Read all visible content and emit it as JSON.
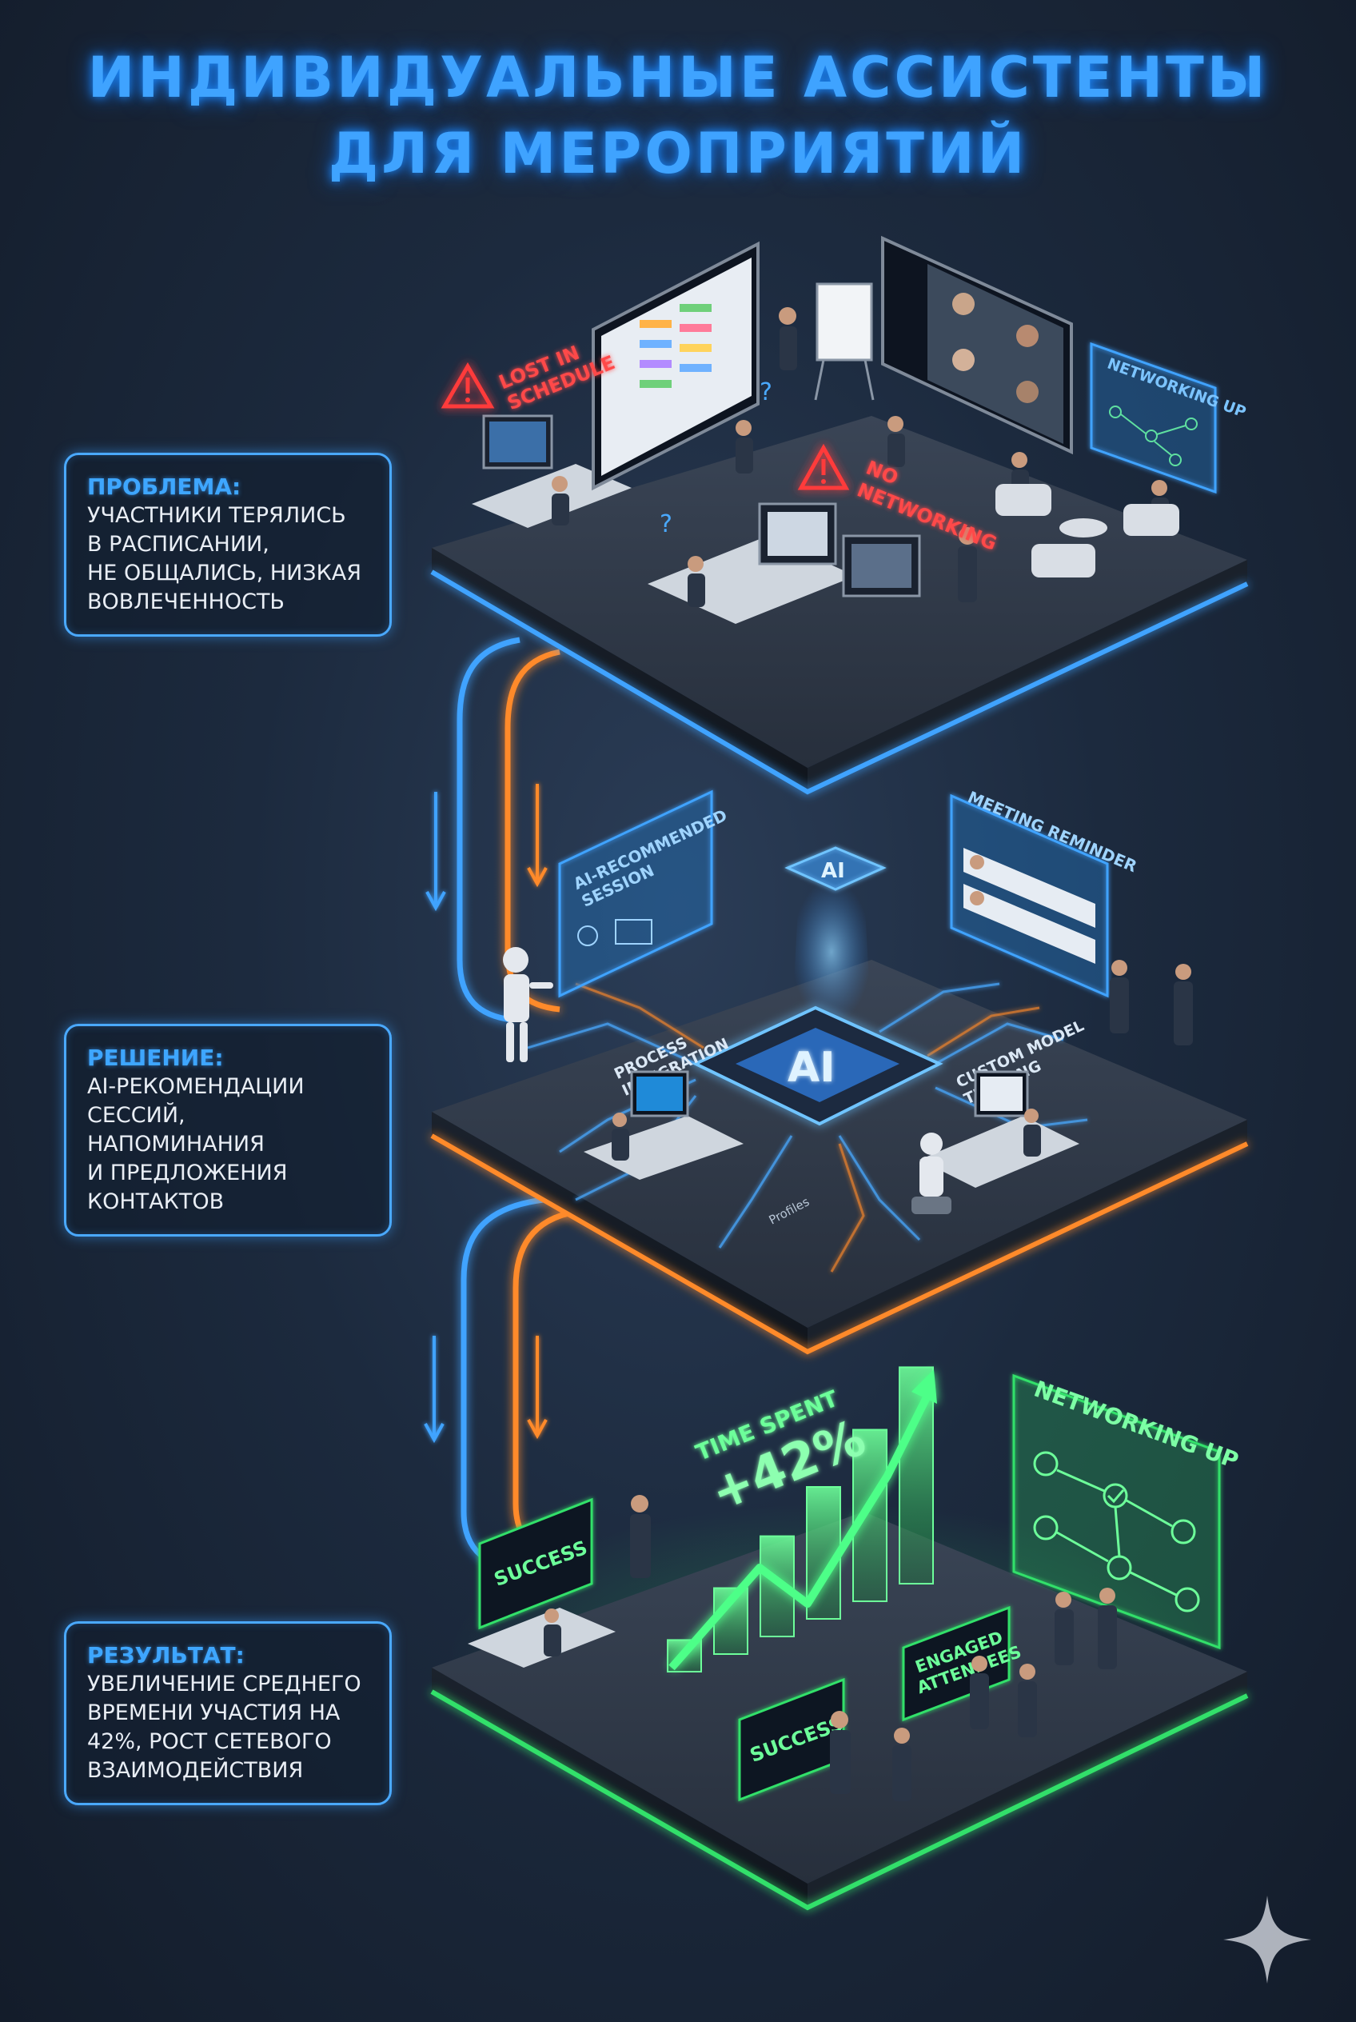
{
  "title": {
    "line1": "ИНДИВИДУАЛЬНЫЕ АССИСТЕНТЫ",
    "line2": "ДЛЯ МЕРОПРИЯТИЙ"
  },
  "problem": {
    "heading": "ПРОБЛЕМА:",
    "text": "УЧАСТНИКИ ТЕРЯЛИСЬ\nВ РАСПИСАНИИ,\nНЕ ОБЩАЛИСЬ, НИЗКАЯ\nВОВЛЕЧЕННОСТЬ"
  },
  "solution": {
    "heading": "РЕШЕНИЕ:",
    "text": "AI-РЕКОМЕНДАЦИИ\nСЕССИЙ, НАПОМИНАНИЯ\nИ ПРЕДЛОЖЕНИЯ\nКОНТАКТОВ"
  },
  "result": {
    "heading": "РЕЗУЛЬТАТ:",
    "text": "УВЕЛИЧЕНИЕ СРЕДНЕГО\nВРЕМЕНИ УЧАСТИЯ НА\n42%, РОСТ СЕТЕВОГО\nВЗАИМОДЕЙСТВИЯ"
  },
  "scene1": {
    "sign_lost_1": "LOST IN",
    "sign_lost_2": "SCHEDULE",
    "sign_no_1": "NO",
    "sign_no_2": "NETWORKING",
    "panel": "NETWORKING UP"
  },
  "scene2": {
    "panel_left_1": "AI-RECOMMENDED",
    "panel_left_2": "SESSION",
    "panel_right": "MEETING REMINDER",
    "chip": "AI",
    "chip_top": "AI",
    "label_process_1": "PROCESS",
    "label_process_2": "INTEGRATION",
    "label_custom_1": "CUSTOM MODEL",
    "label_custom_2": "TRAINING",
    "trace_profiles": "Profiles"
  },
  "scene3": {
    "time_label": "TIME SPENT",
    "time_value": "+42%",
    "panel": "NETWORKING UP",
    "success_1": "SUCCESS",
    "success_2": "SUCCESS",
    "engaged_1": "ENGAGED",
    "engaged_2": "ATTENDEES",
    "bar_levels": [
      0.12,
      0.25,
      0.38,
      0.5,
      0.65,
      0.82
    ]
  },
  "colors": {
    "blue_glow": "#3fa3ff",
    "orange_glow": "#ff8a2a",
    "green_glow": "#33e06a",
    "red_alert": "#ff3b3b"
  },
  "icons": [
    "warning-icon",
    "sparkle-icon",
    "person-icon",
    "check-icon",
    "arrow-down-icon",
    "growth-arrow-icon"
  ]
}
